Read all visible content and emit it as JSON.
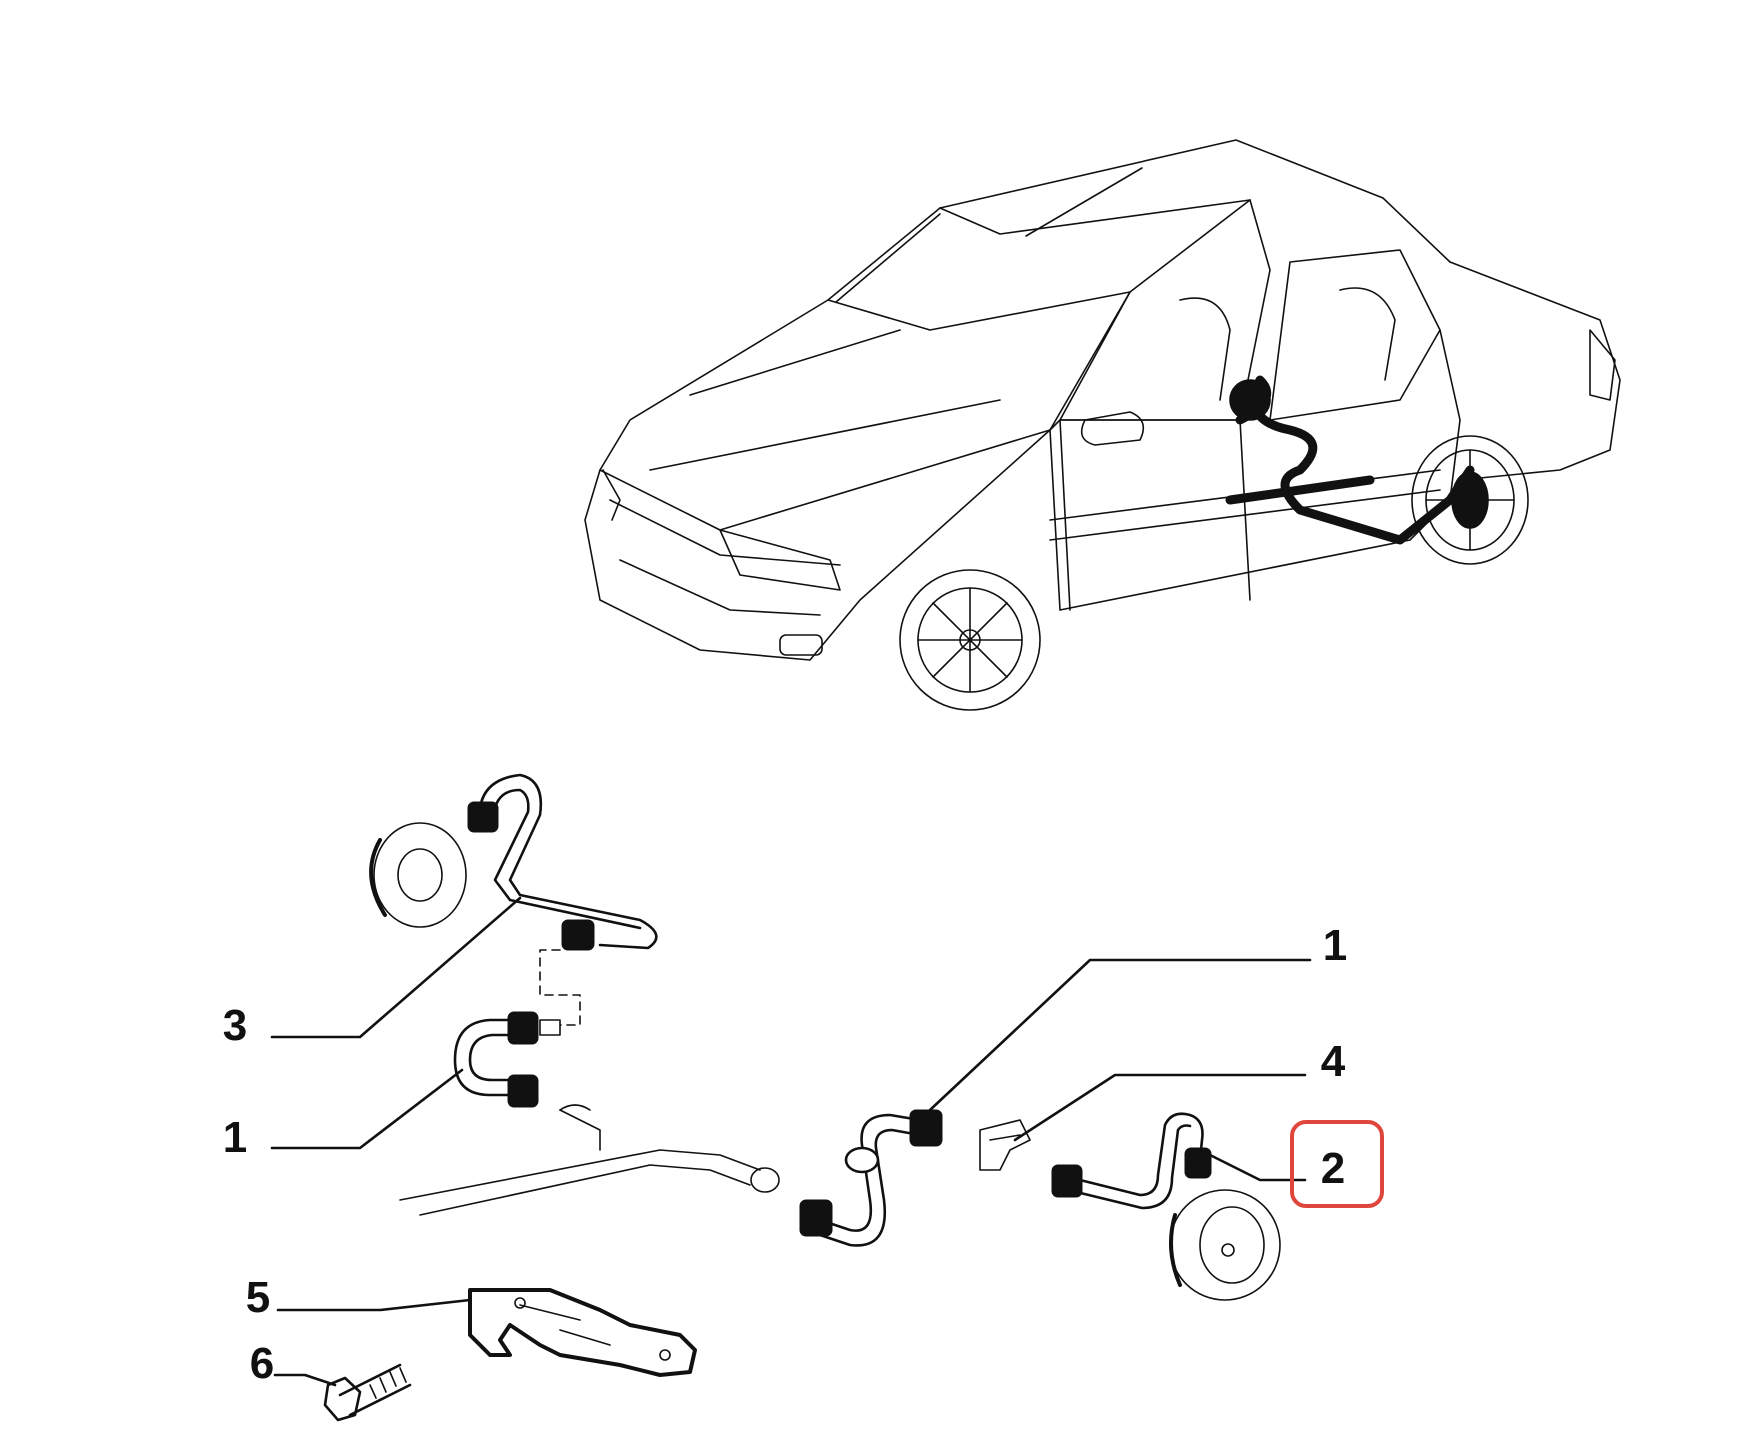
{
  "callouts": [
    {
      "id": "c3",
      "label": "3"
    },
    {
      "id": "c1a",
      "label": "1"
    },
    {
      "id": "c1b",
      "label": "1"
    },
    {
      "id": "c4",
      "label": "4"
    },
    {
      "id": "c2",
      "label": "2"
    },
    {
      "id": "c5",
      "label": "5"
    },
    {
      "id": "c6",
      "label": "6"
    }
  ],
  "highlight": {
    "label": "2",
    "color": "#e0473c"
  },
  "colors": {
    "ink": "#111111",
    "background": "#ffffff"
  }
}
